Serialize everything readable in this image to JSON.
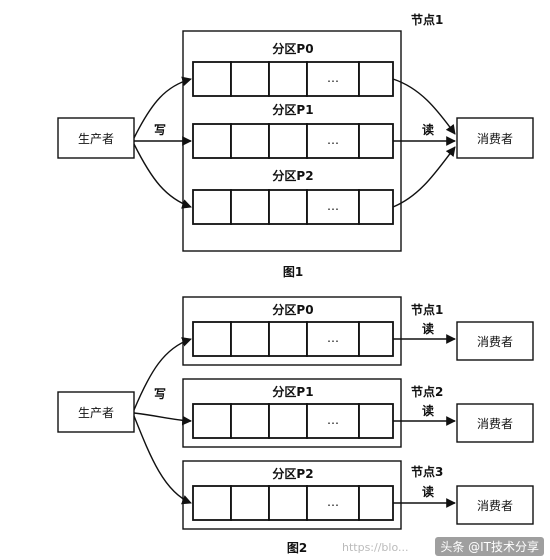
{
  "fig1": {
    "node_label": "节点1",
    "producer": "生产者",
    "consumer": "消费者",
    "write": "写",
    "read": "读",
    "partitions": [
      "分区P0",
      "分区P1",
      "分区P2"
    ],
    "ellipsis": "…",
    "caption": "图1"
  },
  "fig2": {
    "producer": "生产者",
    "write": "写",
    "caption": "图2",
    "groups": [
      {
        "partition": "分区P0",
        "node": "节点1",
        "read": "读",
        "consumer": "消费者"
      },
      {
        "partition": "分区P1",
        "node": "节点2",
        "read": "读",
        "consumer": "消费者"
      },
      {
        "partition": "分区P2",
        "node": "节点3",
        "read": "读",
        "consumer": "消费者"
      }
    ],
    "ellipsis": "…"
  },
  "watermark": {
    "faint": "https://blo...",
    "main": "头条 @IT技术分享"
  }
}
